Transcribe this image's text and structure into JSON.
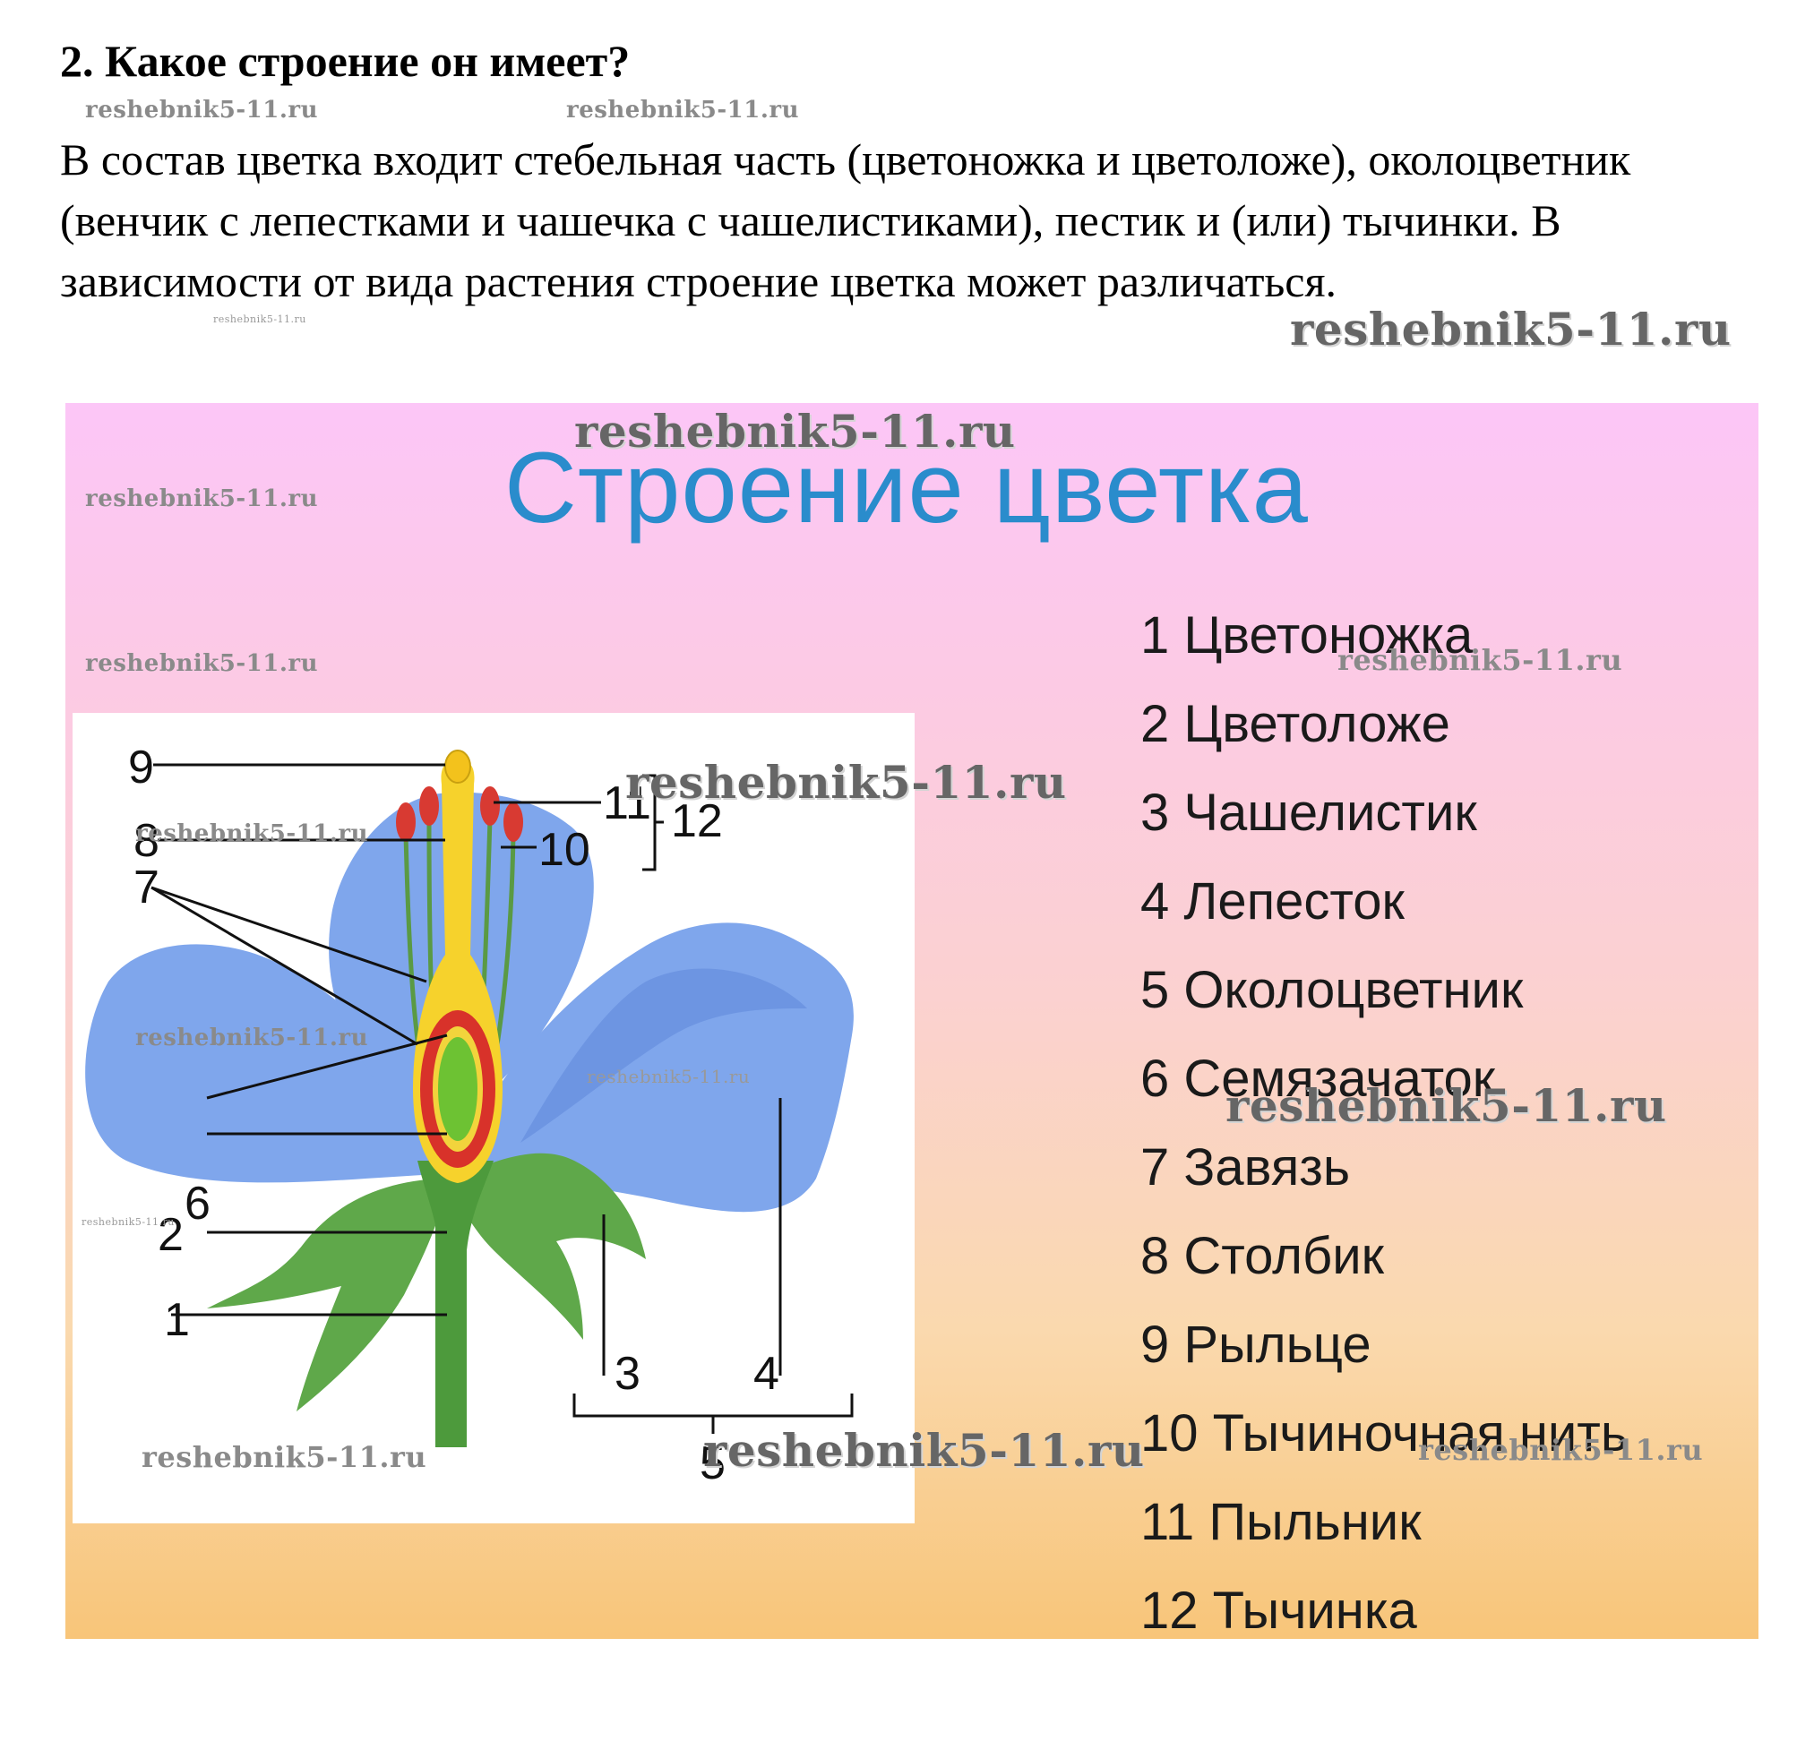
{
  "question": {
    "title": "2. Какое строение он имеет?"
  },
  "answer": {
    "text": "В состав цветка входит стебельная часть (цветоножка и цветоложе), околоцветник (венчик с лепестками и чашечка с чашелистиками), пестик и (или) тычинки. В зависимости от вида растения строение цветка может различаться."
  },
  "watermark": {
    "text": "reshebnik5-11.ru"
  },
  "slide": {
    "title": "Строение цветка",
    "legend": [
      "1 Цветоножка",
      "2 Цветоложе",
      "3 Чашелистик",
      "4 Лепесток",
      "5 Околоцветник",
      "6 Семязачаток",
      "7 Завязь",
      "8 Столбик",
      "9 Рыльце",
      "10 Тычиночная нить",
      "11 Пыльник",
      "12 Тычинка"
    ],
    "diagram": {
      "labels": [
        "1",
        "2",
        "3",
        "4",
        "5",
        "6",
        "7",
        "8",
        "9",
        "10",
        "11",
        "12"
      ],
      "colors": {
        "petal": "#7fa6ec",
        "petal_dark": "#5e86da",
        "sepal": "#5fa84a",
        "stem": "#4d9a3c",
        "style": "#f6d22c",
        "ovary_wall": "#d8322a",
        "ovule": "#6dc233",
        "anther": "#d83a32"
      }
    }
  }
}
